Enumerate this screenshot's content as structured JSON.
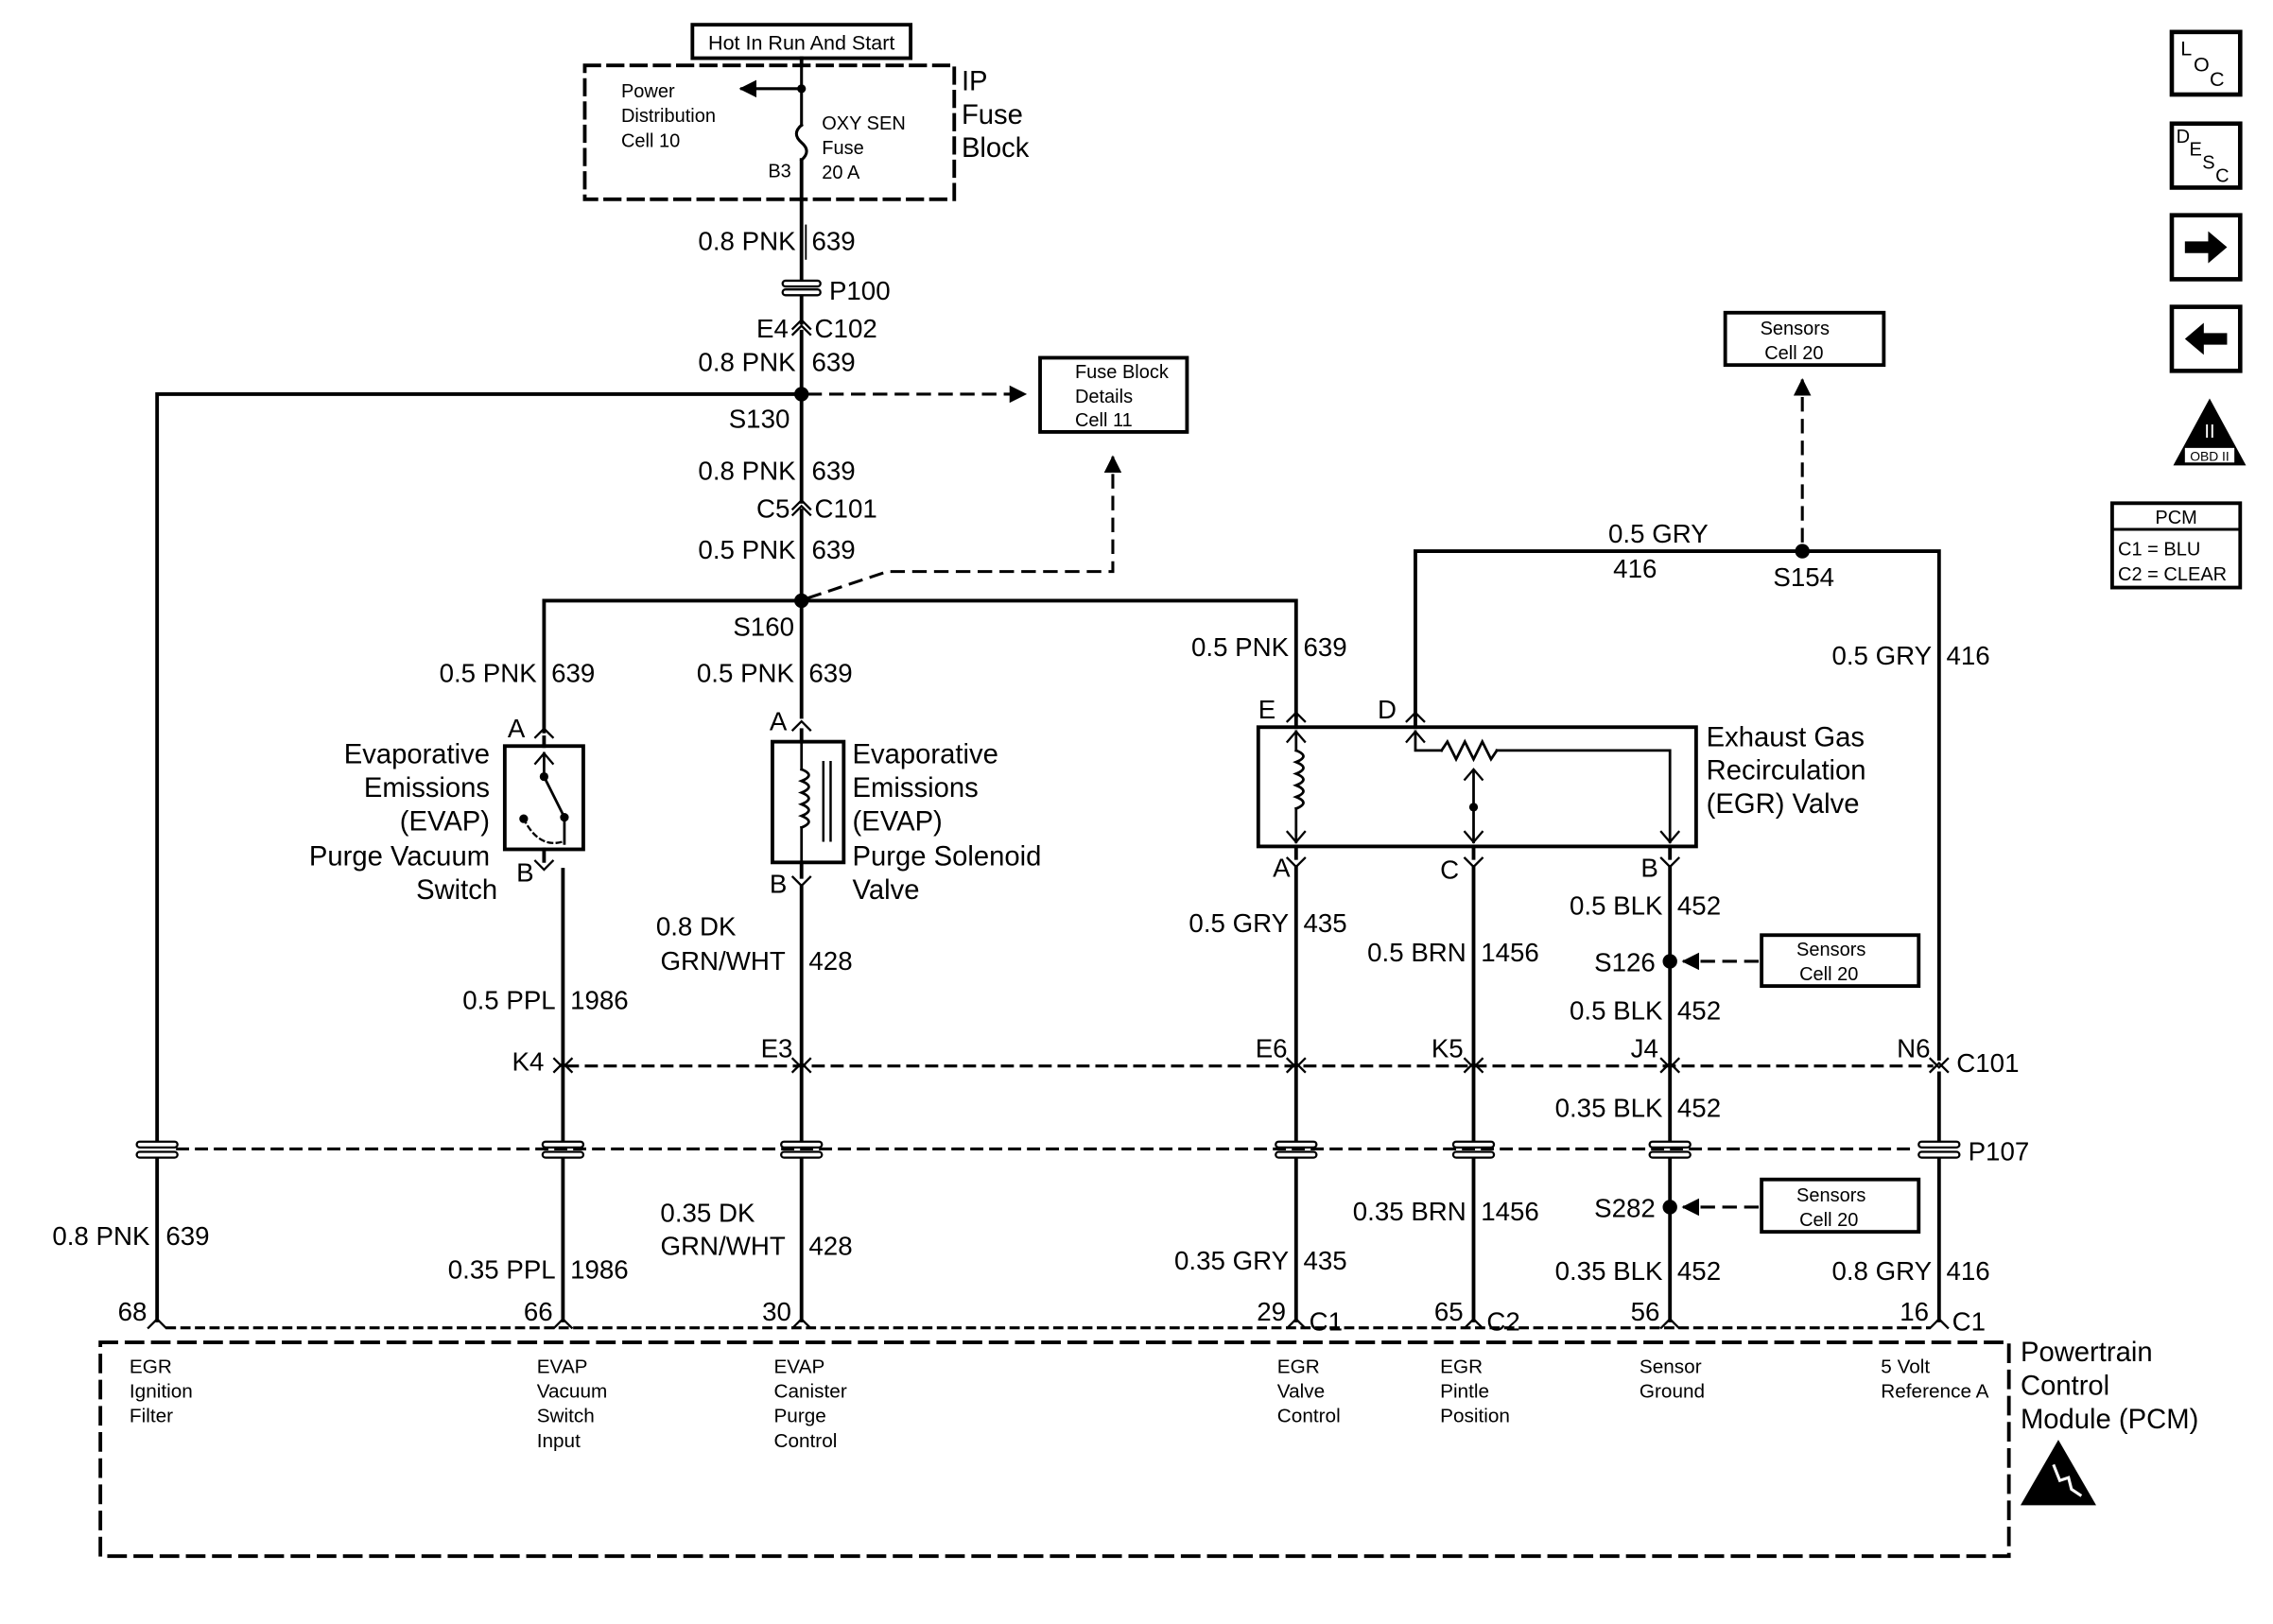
{
  "power": {
    "header": "Hot In Run And Start",
    "fuse_block": [
      "IP",
      "Fuse",
      "Block"
    ],
    "pdist": [
      "Power",
      "Distribution",
      "Cell 10"
    ],
    "fuse_name": [
      "OXY SEN",
      "Fuse",
      "20 A"
    ],
    "fuse_pin": "B3"
  },
  "nav": {
    "loc": {
      "a": "L",
      "b": "O",
      "c": "C"
    },
    "desc": {
      "a": "D",
      "b": "E",
      "c": "S",
      "d": "C"
    },
    "obd": "OBD II",
    "obd_numeral": "II",
    "pcm_key": {
      "title": "PCM",
      "c1": "C1 = BLU",
      "c2": "C2 = CLEAR"
    }
  },
  "refs": {
    "fuse_details": [
      "Fuse Block",
      "Details",
      "Cell 11"
    ],
    "sensors": [
      "Sensors",
      "Cell 20"
    ]
  },
  "wires": {
    "pnk08_a": "0.8 PNK",
    "num639_a": "639",
    "p100": "P100",
    "e4": "E4",
    "c102": "C102",
    "pnk08_b": "0.8 PNK",
    "num639_b": "639",
    "s130": "S130",
    "pnk08_c": "0.8 PNK",
    "num639_c": "639",
    "c5": "C5",
    "c101_top": "C101",
    "pnk05_a": "0.5 PNK",
    "num639_d": "639",
    "s160": "S160",
    "pnk05_left": "0.5 PNK",
    "num639_left": "639",
    "pnk05_mid": "0.5 PNK",
    "num639_mid": "639",
    "pnk05_egr": "0.5 PNK",
    "num639_egr": "639",
    "gry05_top": "0.5 GRY",
    "num416_top": "416",
    "s154": "S154",
    "gry05_right": "0.5 GRY",
    "num416_right": "416",
    "ppl05": "0.5 PPL",
    "num1986_a": "1986",
    "dkgrn08_a": "0.8 DK",
    "dkgrn08_b": "GRN/WHT",
    "num428_a": "428",
    "gry05_a": "0.5 GRY",
    "num435_a": "435",
    "brn05": "0.5 BRN",
    "num1456_a": "1456",
    "blk05_a": "0.5 BLK",
    "num452_a": "452",
    "s126": "S126",
    "blk05_b": "0.5 BLK",
    "num452_b": "452",
    "k4": "K4",
    "e3": "E3",
    "e6": "E6",
    "k5": "K5",
    "j4": "J4",
    "n6": "N6",
    "c101_bot": "C101",
    "blk035_a": "0.35 BLK",
    "num452_c": "452",
    "p107": "P107",
    "pnk08_d": "0.8 PNK",
    "num639_e": "639",
    "ppl035": "0.35 PPL",
    "num1986_b": "1986",
    "dkgrn035_a": "0.35 DK",
    "dkgrn035_b": "GRN/WHT",
    "num428_b": "428",
    "gry035": "0.35 GRY",
    "num435_b": "435",
    "brn035": "0.35 BRN",
    "num1456_b": "1456",
    "s282": "S282",
    "blk035_b": "0.35 BLK",
    "num452_d": "452",
    "gry08": "0.8 GRY",
    "num416_b": "416"
  },
  "components": {
    "evap_switch": [
      "Evaporative",
      "Emissions",
      "(EVAP)",
      "Purge Vacuum",
      "Switch"
    ],
    "evap_switch_pins": {
      "a": "A",
      "b": "B"
    },
    "evap_solenoid": [
      "Evaporative",
      "Emissions",
      "(EVAP)",
      "Purge Solenoid",
      "Valve"
    ],
    "evap_solenoid_pins": {
      "a": "A",
      "b": "B"
    },
    "egr_valve": [
      "Exhaust Gas",
      "Recirculation",
      "(EGR) Valve"
    ],
    "egr_pins": {
      "e": "E",
      "d": "D",
      "a": "A",
      "c": "C",
      "b": "B"
    }
  },
  "pcm": {
    "title": [
      "Powertrain",
      "Control",
      "Module (PCM)"
    ],
    "pins": [
      {
        "num": "68",
        "conn": "",
        "label": [
          "EGR",
          "Ignition",
          "Filter"
        ]
      },
      {
        "num": "66",
        "conn": "",
        "label": [
          "EVAP",
          "Vacuum",
          "Switch",
          "Input"
        ]
      },
      {
        "num": "30",
        "conn": "",
        "label": [
          "EVAP",
          "Canister",
          "Purge",
          "Control"
        ]
      },
      {
        "num": "29",
        "conn": "C1",
        "label": [
          "EGR",
          "Valve",
          "Control"
        ]
      },
      {
        "num": "65",
        "conn": "C2",
        "label": [
          "EGR",
          "Pintle",
          "Position"
        ]
      },
      {
        "num": "56",
        "conn": "",
        "label": [
          "Sensor",
          "Ground"
        ]
      },
      {
        "num": "16",
        "conn": "C1",
        "label": [
          "5 Volt",
          "Reference A"
        ]
      }
    ]
  }
}
